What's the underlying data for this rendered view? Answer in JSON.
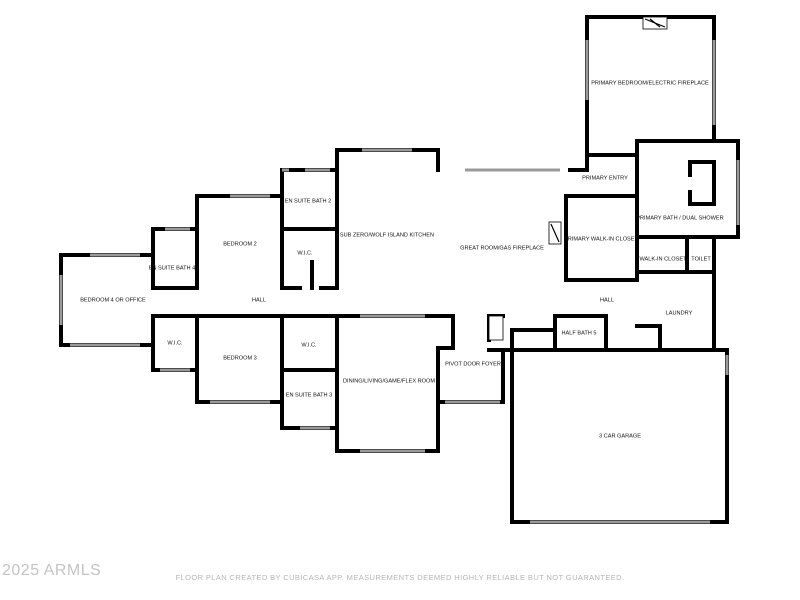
{
  "watermark": "2025 ARMLS",
  "footer": "FLOOR PLAN CREATED BY CUBICASA APP. MEASUREMENTS DEEMED HIGHLY RELIABLE BUT NOT GUARANTEED.",
  "rooms": {
    "primary_bedroom": "PRIMARY BEDROOM/ELECTRIC FIREPLACE",
    "primary_entry": "PRIMARY ENTRY",
    "primary_bath": "PRIMARY BATH / DUAL SHOWER",
    "primary_walkin": "PRIMARY WALK-IN CLOSET",
    "walkin_closet": "WALK-IN CLOSET",
    "toilet": "TOILET",
    "great_room": "GREAT ROOM/GAS FIREPLACE",
    "kitchen": "SUB ZERO/WOLF ISLAND KITCHEN",
    "en_suite_bath_2": "EN SUITE BATH 2",
    "bedroom_2": "BEDROOM 2",
    "wic_upper": "W.I.C.",
    "en_suite_bath_4": "EN SUITE BATH 4",
    "bedroom_4": "BEDROOM 4 OR OFFICE",
    "hall_left": "HALL",
    "wic_left": "W.I.C.",
    "bedroom_3": "BEDROOM 3",
    "wic_lower": "W.I.C.",
    "en_suite_bath_3": "EN SUITE BATH 3",
    "dining": "DINING/LIVING/GAME/FLEX ROOM",
    "foyer": "PIVOT DOOR FOYER",
    "hall_right": "HALL",
    "laundry": "LAUNDRY",
    "half_bath": "HALF BATH 5",
    "garage": "3 CAR GARAGE"
  }
}
